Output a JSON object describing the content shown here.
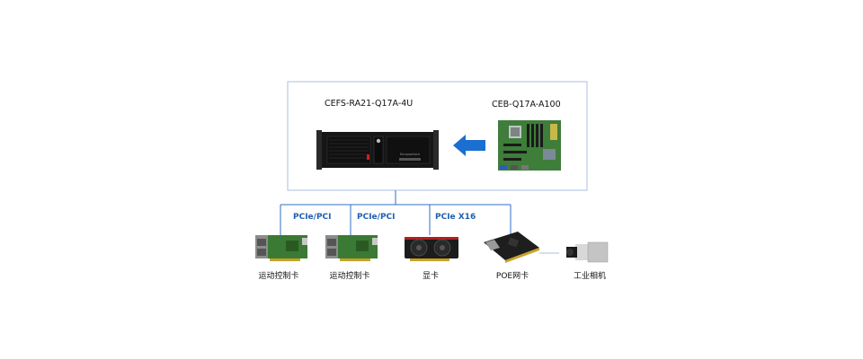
{
  "host": {
    "chassis_label": "CEFS-RA21-Q17A-4U",
    "board_label": "CEB-Q17A-A100",
    "chassis_brand": "Enrayontech"
  },
  "buses": [
    {
      "label": "PCIe/PCI"
    },
    {
      "label": "PCIe/PCI"
    },
    {
      "label": "PCIe X16"
    }
  ],
  "devices": [
    {
      "label": "运动控制卡"
    },
    {
      "label": "运动控制卡"
    },
    {
      "label": "显卡"
    },
    {
      "label": "POE网卡"
    },
    {
      "label": "工业相机"
    }
  ],
  "colors": {
    "frame": "#a9bfe0",
    "bus_line": "#2f6fc4",
    "arrow": "#1a6fd0",
    "bus_text": "#1f5fb0",
    "pcb_green": "#3f7d3a",
    "chassis": "#161616"
  }
}
